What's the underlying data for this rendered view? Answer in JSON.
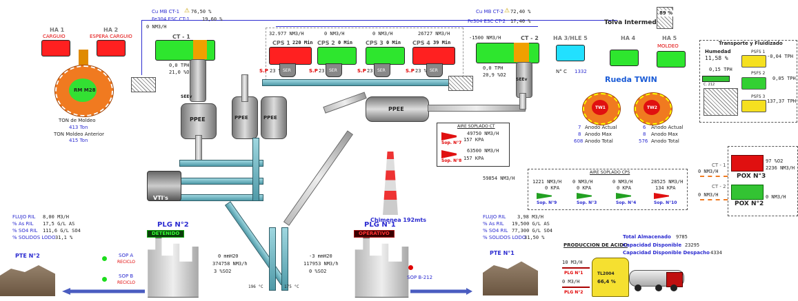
{
  "header": {
    "cu_mb_ct1": "Cu MB CT-1",
    "cu_mb_ct1_val": "76,50 %",
    "fe304_esc_ct1": "Fe304 ESC CT-1",
    "fe304_esc_ct1_val": "19,60 %",
    "cu_mb_ct2": "Cu MB CT-2",
    "cu_mb_ct2_val": "72,40 %",
    "fe304_esc_ct2": "Fe304 ESC CT-2",
    "fe304_esc_ct2_val": "17,40 %",
    "tolva": "Tolva Intermedia",
    "tolva_pct": "89 %"
  },
  "ha": {
    "ha1": "HA 1",
    "ha1_status": "CARGUIO",
    "ha2": "HA 2",
    "ha2_status": "ESPERA CARGUIO",
    "ha3": "HA 3/HLE 5",
    "ha4": "HA 4",
    "ha5": "HA 5",
    "ha5_status": "MOLDEO",
    "nc_label": "N° C",
    "nc_val": "1332"
  },
  "rm": {
    "label": "RM M28",
    "ton_moldeo_label": "TON de Moldeo",
    "ton_moldeo_val": "413 Ton",
    "ton_moldeo_ant_label": "TON Moldeo Anterior",
    "ton_moldeo_ant_val": "415 Ton"
  },
  "ct1": {
    "name": "CT - 1",
    "flow": "0 NM3/H",
    "tph": "0,0 TPH",
    "o2": "21,0 %O2"
  },
  "ct2": {
    "name": "CT - 2",
    "flow": "-1500 NM3/H",
    "tph": "0,0 TPH",
    "o2": "20,9 %O2"
  },
  "cps": [
    {
      "name": "CPS 1",
      "flow": "32.977 NM3/H",
      "min": "220 Min",
      "sp": "S.P",
      "pct": "23 %"
    },
    {
      "name": "CPS 2",
      "flow": "0 NM3/H",
      "min": "0 Min",
      "sp": "S.P",
      "pct": "23 %"
    },
    {
      "name": "CPS 3",
      "flow": "0 NM3/H",
      "min": "0 Min",
      "sp": "S.P",
      "pct": "23 %"
    },
    {
      "name": "CPS 4",
      "flow": "26727 NM3/H",
      "min": "39 Min",
      "sp": "S.P",
      "pct": "23 %"
    }
  ],
  "labels": {
    "ser": "SER",
    "seev": "SEEv",
    "ppee": "PPEE",
    "vtis": "VTI's"
  },
  "rueda": {
    "title": "Rueda TWIN",
    "tw1": "TW1",
    "tw2": "TW2",
    "tw1_actual": "7",
    "tw1_max": "8",
    "tw1_total": "608",
    "tw2_actual": "6",
    "tw2_max": "8",
    "tw2_total": "576",
    "anodo_actual": "Anodo Actual",
    "anodo_max": "Anodo Max",
    "anodo_total": "Anodo Total"
  },
  "transporte": {
    "title": "Transporte y Fluidizado",
    "humedad_label": "Humedad",
    "humedad_val": "11,58 %",
    "tph_main": "0,15 TPH",
    "cl": "C. 212",
    "psfs1": "PSFS 1",
    "psfs1_val": "-0,04 TPH",
    "psfs2": "PSFS 2",
    "psfs2_val": "0,05 TPH",
    "psfs3": "PSFS 3",
    "psfs3_val": "137,37 TPH"
  },
  "aire_ct": {
    "title": "AIRE SOPLADO CT",
    "sop7": "Sop. N°7",
    "sop7_flow": "49750 NM3/H",
    "sop7_kpa": "157 KPA",
    "sop8": "Sop. N°8",
    "sop8_flow": "63500 NM3/H",
    "sop8_kpa": "157 KPA"
  },
  "aire_cps": {
    "title": "AIRE SOPLADO CPS",
    "left_flow": "59854 NM3/H",
    "items": [
      {
        "name": "Sop. N°9",
        "flow": "1221 NM3/H",
        "kpa": "0 KPA"
      },
      {
        "name": "Sop. N°3",
        "flow": "0 NM3/H",
        "kpa": "0 KPA"
      },
      {
        "name": "Sop. N°4",
        "flow": "0 NM3/H",
        "kpa": "0 KPA"
      },
      {
        "name": "Sop. N°10",
        "flow": "28525 NM3/H",
        "kpa": "134 KPA"
      }
    ]
  },
  "pox": {
    "ct1": "CT - 1",
    "ct1_flow": "0 NM3/H",
    "ct2": "CT - 2",
    "ct2_flow": "0 NM3/H",
    "pox3": "POX N°3",
    "pox3_o2": "97 %O2",
    "pox3_flow": "2236 NM3/H",
    "pox2": "POX N°2",
    "pox2_flow": "0 NM3/H"
  },
  "chimenea": "Chimenea 192mts",
  "plg2": {
    "name": "PLG N°2",
    "status": "DETENIDO",
    "mmh2o": "0 mmH20",
    "flow": "374758 NM3/h",
    "so2": "3 %SO2",
    "temp": "196 °C"
  },
  "plg1": {
    "name": "PLG N°1",
    "status": "OPERATIVO",
    "mmh2o": "-3 mmH20",
    "flow": "117953 NM3/h",
    "so2": "0 %SO2",
    "temp": "175 °C"
  },
  "left_ril": {
    "r1l": "FLUJO RIL",
    "r1v": "8,00 M3/H",
    "r2l": "% As RIL",
    "r2v": "17,5 G/L AS",
    "r3l": "% SO4 RIL",
    "r3v": "111,6 G/L SO4",
    "r4l": "% SOLIDOS LODO",
    "r4v": "31,1 %"
  },
  "right_ril": {
    "r1l": "FLUJO RIL",
    "r1v": "3,98 M3/H",
    "r2l": "% As RIL",
    "r2v": "19,500 G/L AS",
    "r3l": "% SO4 RIL",
    "r3v": "77,300 G/L SO4",
    "r4l": "% SOLIDOS LODO",
    "r4v": "31,50 %"
  },
  "sop": {
    "a": "SOP A",
    "a_sub": "RECICLO",
    "b": "SOP B",
    "b_sub": "RECICLO",
    "b212": "SOP B-212"
  },
  "pte": {
    "n2": "PTE N°2",
    "n1": "PTE N°1"
  },
  "acido": {
    "title": "PRODUCCION DE ACIDO",
    "total_label": "Total Almacenado",
    "total_val": "9785",
    "cap_label": "Capacidad Disponible",
    "cap_val": "23295",
    "desp_label": "Capacidad Disponible Despacho",
    "desp_val": "4334",
    "plg1_flow": "10 M3/H",
    "plg1": "PLG N°1",
    "plg2_flow": "0 M3/H",
    "plg2": "PLG N°2",
    "tank": "TL2004",
    "tank_pct": "66,4 %"
  },
  "colors": {
    "green": "#2ee62e",
    "red": "#ff2020",
    "blue": "#2b2bd0",
    "teal": "#4f9aa8"
  }
}
